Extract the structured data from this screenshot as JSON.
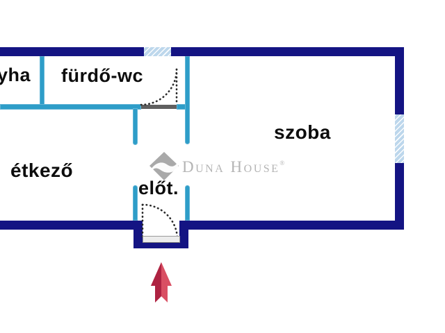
{
  "floorplan": {
    "rooms": [
      {
        "name": "kitchen-partial",
        "label": "yha"
      },
      {
        "name": "bathroom-wc",
        "label": "fürdő-wc"
      },
      {
        "name": "living-room",
        "label": "szoba"
      },
      {
        "name": "dining-room",
        "label": "étkező"
      },
      {
        "name": "hallway",
        "label": "előt."
      }
    ],
    "watermark": {
      "brand": "Duna House",
      "registered": "®"
    },
    "colors": {
      "outer_wall": "#141483",
      "inner_wall": "#2e9dc8",
      "window_fill": "#bdd7ec",
      "label_text": "#0d0d0d",
      "watermark_gray": "#b4b4b4",
      "arrow_dark": "#ae2342",
      "arrow_light": "#d94f63"
    }
  }
}
